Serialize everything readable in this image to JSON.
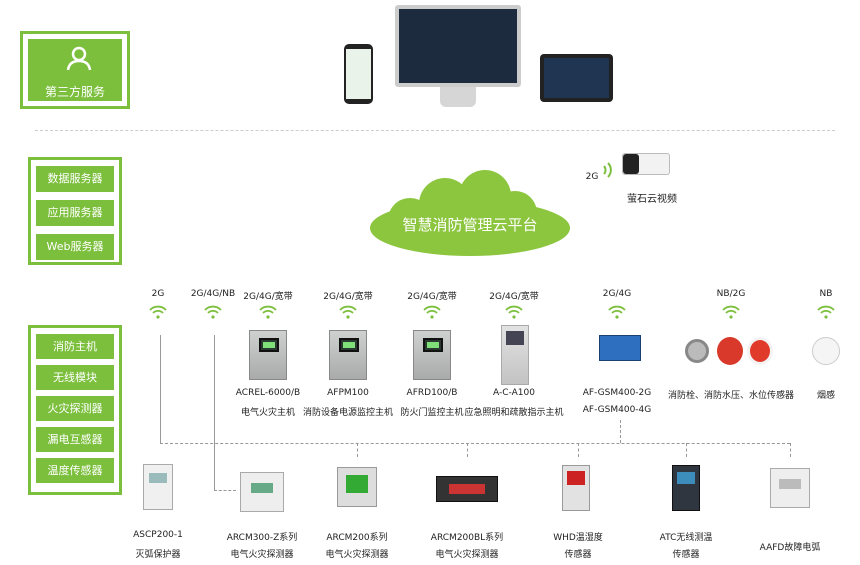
{
  "third_party": {
    "label": "第三方服务",
    "icon": "user-icon"
  },
  "servers": [
    "数据服务器",
    "应用服务器",
    "Web服务器"
  ],
  "cloud": {
    "label": "智慧消防管理云平台"
  },
  "camera": {
    "signal": "2G",
    "label": "萤石云视频"
  },
  "devices_menu": [
    "消防主机",
    "无线模块",
    "火灾探测器",
    "漏电互感器",
    "温度传感器"
  ],
  "top_row": [
    {
      "signal": "2G"
    },
    {
      "signal": "2G/4G/NB"
    },
    {
      "signal": "2G/4G/宽带",
      "model": "ACREL-6000/B",
      "name": "电气火灾主机"
    },
    {
      "signal": "2G/4G/宽带",
      "model": "AFPM100",
      "name": "消防设备电源监控主机"
    },
    {
      "signal": "2G/4G/宽带",
      "model": "AFRD100/B",
      "name": "防火门监控主机"
    },
    {
      "signal": "2G/4G/宽带",
      "model": "A-C-A100",
      "name": "应急照明和疏散指示主机"
    },
    {
      "signal": "2G/4G",
      "model": "AF-GSM400-2G",
      "name": "AF-GSM400-4G"
    },
    {
      "signal": "NB/2G",
      "name": "消防栓、消防水压、水位传感器"
    },
    {
      "signal": "NB",
      "name": "烟感"
    }
  ],
  "bottom_row": [
    {
      "model": "ASCP200-1",
      "name": "灭弧保护器"
    },
    {
      "model": "ARCM300-Z系列",
      "name": "电气火灾探测器"
    },
    {
      "model": "ARCM200系列",
      "name": "电气火灾探测器"
    },
    {
      "model": "ARCM200BL系列",
      "name": "电气火灾探测器"
    },
    {
      "model": "WHD温湿度",
      "name": "传感器"
    },
    {
      "model": "ATC无线测温",
      "name": "传感器"
    },
    {
      "model": "AAFD故障电弧",
      "name": ""
    }
  ],
  "colors": {
    "green": "#7cbf3d"
  }
}
